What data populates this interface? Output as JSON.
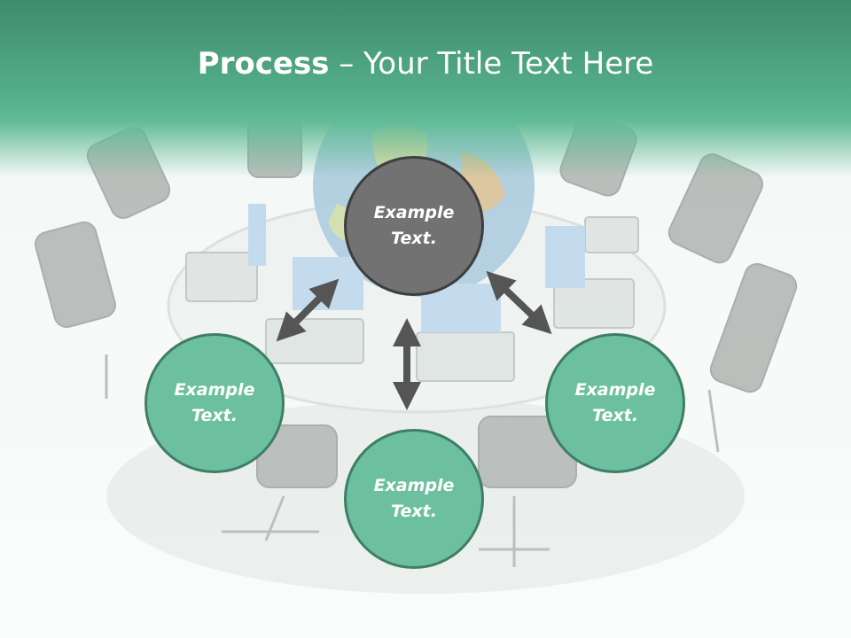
{
  "slide": {
    "title_bold": "Process",
    "title_rest": " – Your Title Text Here",
    "colors": {
      "header": "#55af8b",
      "center_fill": "#727272",
      "node_fill": "#6cc09f",
      "arrow": "#555555"
    }
  },
  "nodes": {
    "center": "Example\nText.",
    "left": "Example\nText.",
    "bottom": "Example\nText.",
    "right": "Example\nText."
  }
}
